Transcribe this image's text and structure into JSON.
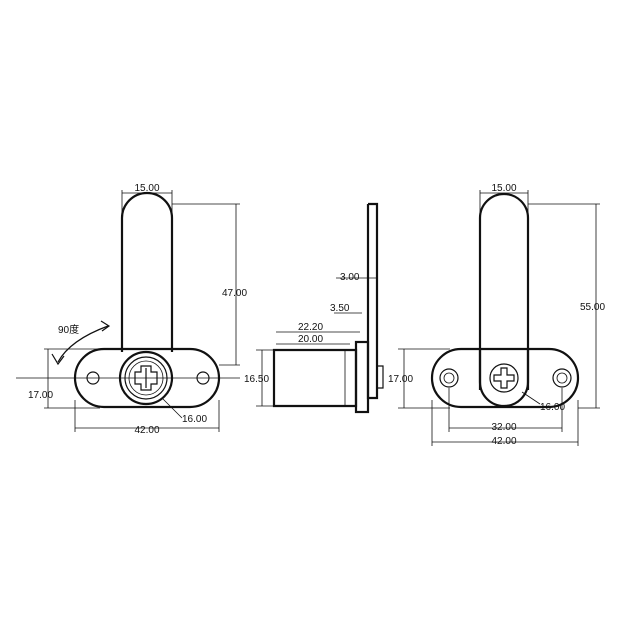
{
  "views": {
    "front": {
      "width_top": "15.00",
      "height": "47.00",
      "rotation": "90度",
      "plate_height": "17.00",
      "cylinder_dia": "16.00",
      "plate_width": "42.00"
    },
    "side": {
      "tab_thickness": "3.00",
      "offset": "3.50",
      "length_overall": "22.20",
      "length_body": "20.00",
      "body_dia": "16.50"
    },
    "back": {
      "width_top": "15.00",
      "height": "55.00",
      "plate_height": "17.00",
      "hole_dia": "16.00",
      "hole_spacing": "32.00",
      "plate_width": "42.00"
    }
  }
}
